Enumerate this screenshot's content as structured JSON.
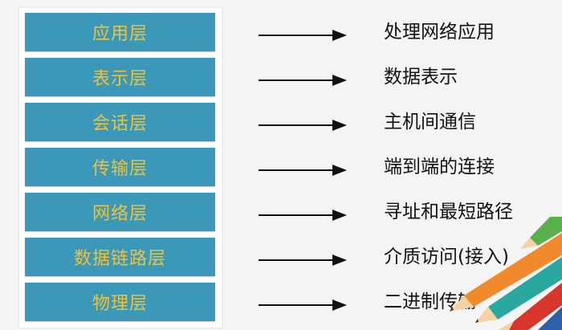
{
  "layers": [
    {
      "label": "应用层",
      "description": "处理网络应用"
    },
    {
      "label": "表示层",
      "description": "数据表示"
    },
    {
      "label": "会话层",
      "description": "主机间通信"
    },
    {
      "label": "传输层",
      "description": "端到端的连接"
    },
    {
      "label": "网络层",
      "description": "寻址和最短路径"
    },
    {
      "label": "数据链路层",
      "description": "介质访问(接入)"
    },
    {
      "label": "物理层",
      "description": "二进制传输"
    }
  ],
  "colors": {
    "layer_bg": "#3b98b8",
    "layer_text": "#f0c23a",
    "arrow": "#111111"
  }
}
